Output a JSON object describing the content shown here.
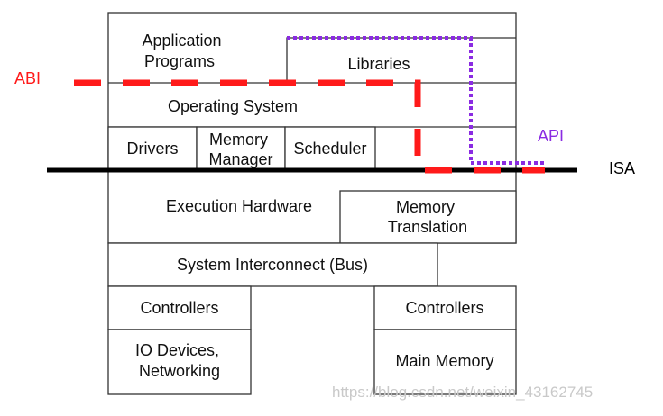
{
  "boxes": {
    "application_programs": [
      "Application",
      "Programs"
    ],
    "libraries": "Libraries",
    "operating_system": "Operating System",
    "drivers": "Drivers",
    "memory_manager": [
      "Memory",
      "Manager"
    ],
    "scheduler": "Scheduler",
    "execution_hardware": "Execution Hardware",
    "memory_translation": [
      "Memory",
      "Translation"
    ],
    "system_interconnect": "System Interconnect (Bus)",
    "controllers_left": "Controllers",
    "io_devices": [
      "IO Devices,",
      "Networking"
    ],
    "controllers_right": "Controllers",
    "main_memory": "Main Memory"
  },
  "interfaces": {
    "abi": {
      "label": "ABI",
      "color": "#ff1a1a"
    },
    "api": {
      "label": "API",
      "color": "#8a2be2"
    },
    "isa": {
      "label": "ISA",
      "color": "#000000"
    }
  },
  "watermark": "https://blog.csdn.net/weixin_43162745"
}
